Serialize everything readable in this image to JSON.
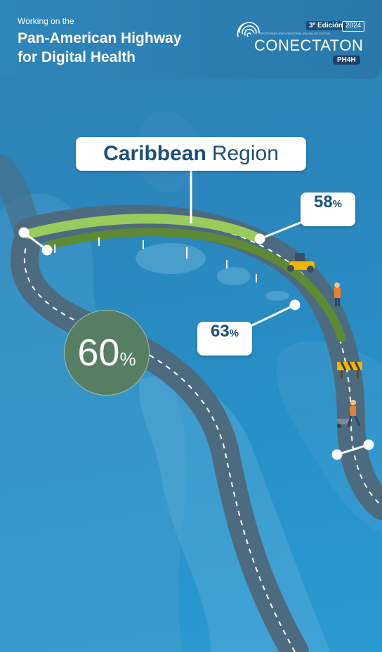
{
  "header": {
    "kicker": "Working on the",
    "title_line1": "Pan-American Highway",
    "title_line2": "for Digital Health"
  },
  "logo": {
    "edition": "3ª Edición",
    "year": "2024",
    "subtitle": "INTEROPERABILIDAD REGIONAL EN SALUD DIGITAL",
    "name": "CONECTATON",
    "badge": "PH4H"
  },
  "region": {
    "name_bold": "Caribbean",
    "name_regular": "Region"
  },
  "stats": {
    "overall": {
      "value": "60",
      "unit": "%"
    },
    "light_bar": {
      "value": "58",
      "unit": "%"
    },
    "dark_bar": {
      "value": "63",
      "unit": "%"
    }
  },
  "colors": {
    "background": "#2a87bd",
    "road": "#4d6b7f",
    "progress_light": "#9bcb5c",
    "progress_dark": "#5e8a35",
    "circle": "#577d63",
    "text_dark": "#1c4f77"
  },
  "icons": [
    "fingerprint-icon",
    "road-roller-icon",
    "construction-worker-icon",
    "road-barrier-icon",
    "wheelbarrow-worker-icon"
  ]
}
